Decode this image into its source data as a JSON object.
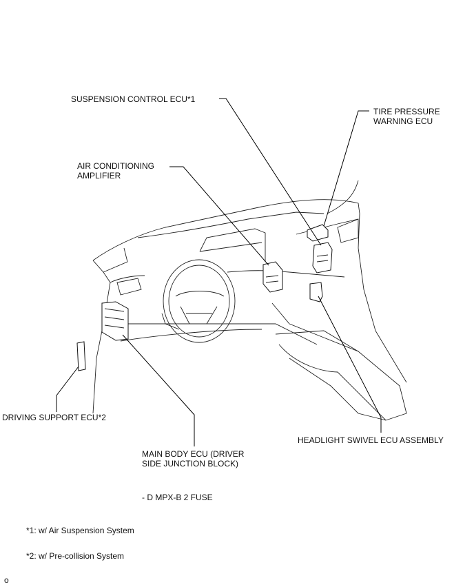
{
  "labels": {
    "suspension_control_ecu": "SUSPENSION CONTROL ECU*1",
    "tire_pressure_warning_ecu": "TIRE PRESSURE\nWARNING ECU",
    "air_conditioning_amplifier": "AIR CONDITIONING\nAMPLIFIER",
    "driving_support_ecu": "DRIVING SUPPORT ECU*2",
    "headlight_swivel_ecu": "HEADLIGHT SWIVEL ECU ASSEMBLY",
    "main_body_ecu": "MAIN BODY ECU (DRIVER\nSIDE JUNCTION BLOCK)",
    "fuse": "- D MPX-B 2 FUSE"
  },
  "notes": {
    "note1": "*1: w/ Air Suspension System",
    "note2": "*2: w/ Pre-collision System"
  },
  "footer": {
    "code": "o"
  }
}
